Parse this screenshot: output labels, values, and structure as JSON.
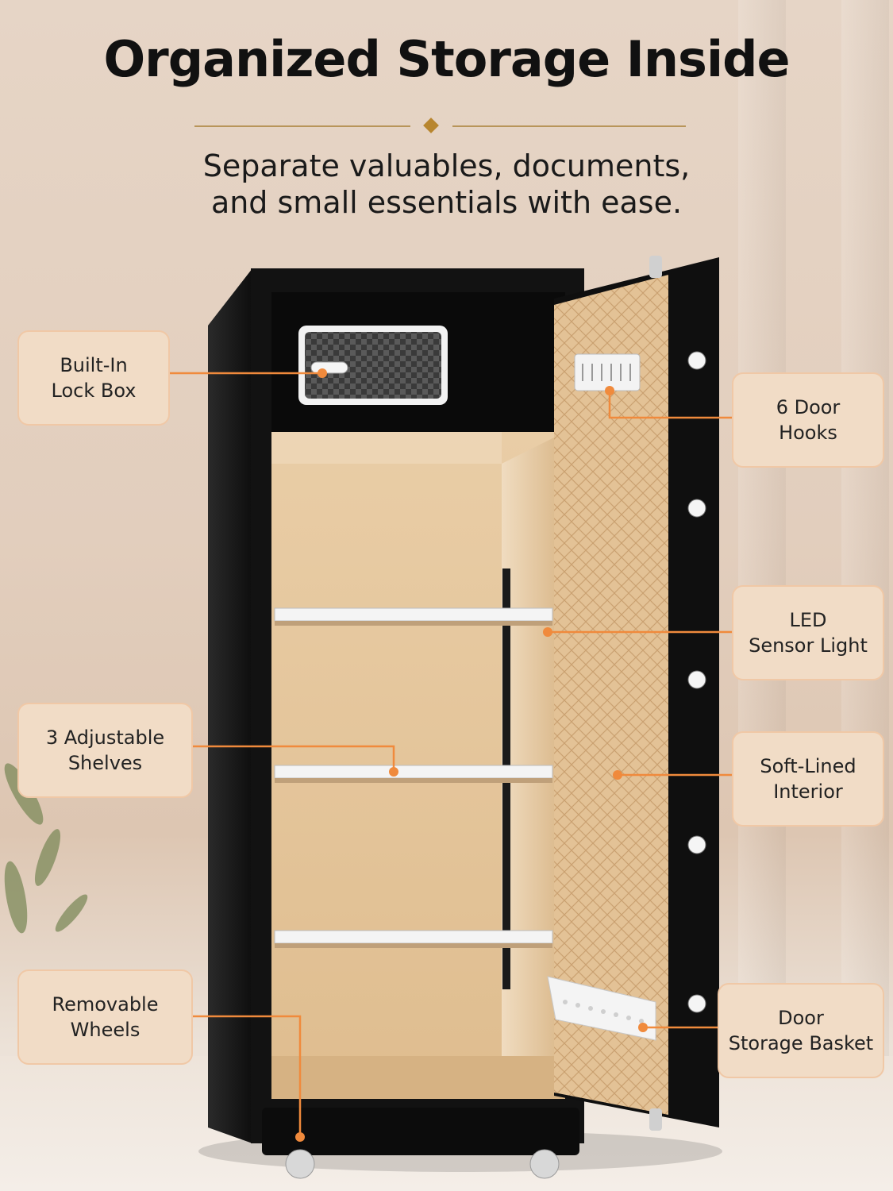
{
  "header": {
    "title": "Organized Storage Inside",
    "subtitle_line1": "Separate valuables, documents,",
    "subtitle_line2": "and small essentials with ease."
  },
  "callouts": {
    "lock_box": {
      "line1": "Built-In",
      "line2": "Lock Box"
    },
    "shelves": {
      "line1": "3 Adjustable",
      "line2": "Shelves"
    },
    "wheels": {
      "line1": "Removable",
      "line2": "Wheels"
    },
    "door_hooks": {
      "line1": "6 Door",
      "line2": "Hooks"
    },
    "led_light": {
      "line1": "LED",
      "line2": "Sensor Light"
    },
    "soft_lined": {
      "line1": "Soft-Lined",
      "line2": "Interior"
    },
    "door_basket": {
      "line1": "Door",
      "line2": "Storage Basket"
    }
  },
  "colors": {
    "accent_orange": "#f08a3c",
    "callout_fill": "#f1dcc6",
    "callout_border": "#f0c8a6",
    "divider_gold": "#b8955a",
    "safe_body": "#141414",
    "interior_tan": "#e8c99e"
  }
}
